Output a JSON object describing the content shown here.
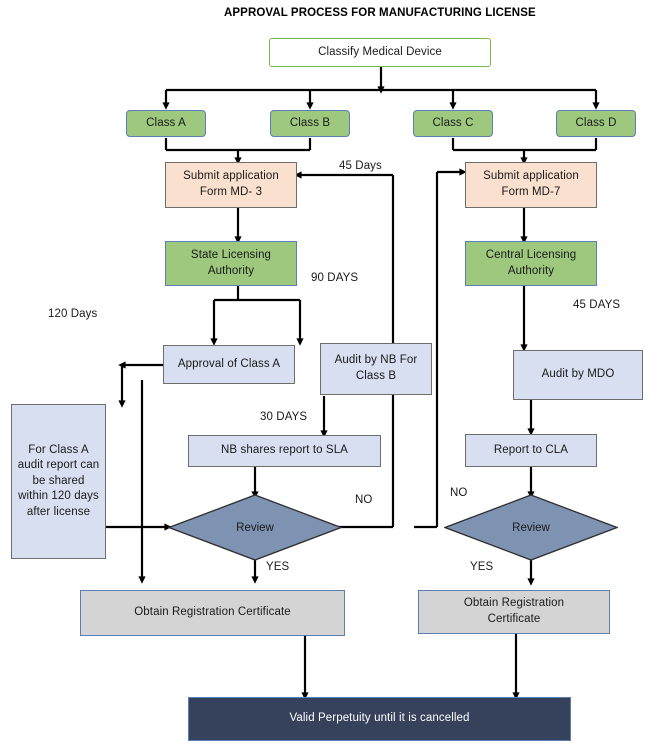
{
  "title": "APPROVAL PROCESS FOR MANUFACTURING LICENSE",
  "colors": {
    "start_border": "#79b84c",
    "class_fill": "#9dc87d",
    "form_fill": "#fae0cf",
    "process_fill": "#d8dff0",
    "decision_fill": "#7e93b2",
    "certificate_fill": "#d4d4d4",
    "final_fill": "#36415c",
    "line": "#000000"
  },
  "nodes": {
    "classify": "Classify Medical Device",
    "class_a": "Class A",
    "class_b": "Class B",
    "class_c": "Class C",
    "class_d": "Class D",
    "submit_md3_line1": "Submit application",
    "submit_md3_line2": "Form MD- 3",
    "submit_md7_line1": "Submit application",
    "submit_md7_line2": "Form MD-7",
    "state_authority_line1": "State Licensing",
    "state_authority_line2": "Authority",
    "central_authority_line1": "Central Licensing",
    "central_authority_line2": "Authority",
    "approval_class_a": "Approval of Class A",
    "audit_nb_line1": "Audit by NB For",
    "audit_nb_line2": "Class B",
    "audit_mdo": "Audit by MDO",
    "note_class_a": "For Class A audit report can be shared within 120 days after license",
    "nb_shares_report": "NB shares report to SLA",
    "report_to_cla": "Report to CLA",
    "review_left": "Review",
    "review_right": "Review",
    "obtain_cert_left": "Obtain Registration Certificate",
    "obtain_cert_right_line1": "Obtain Registration",
    "obtain_cert_right_line2": "Certificate",
    "valid_perpetuity": "Valid Perpetuity until it is cancelled"
  },
  "edge_labels": {
    "days_45_top": "45 Days",
    "days_90": "90 DAYS",
    "days_120": "120 Days",
    "days_45_right": "45 DAYS",
    "days_30": "30 DAYS",
    "no_left": "NO",
    "no_right": "NO",
    "yes_left": "YES",
    "yes_right": "YES"
  }
}
